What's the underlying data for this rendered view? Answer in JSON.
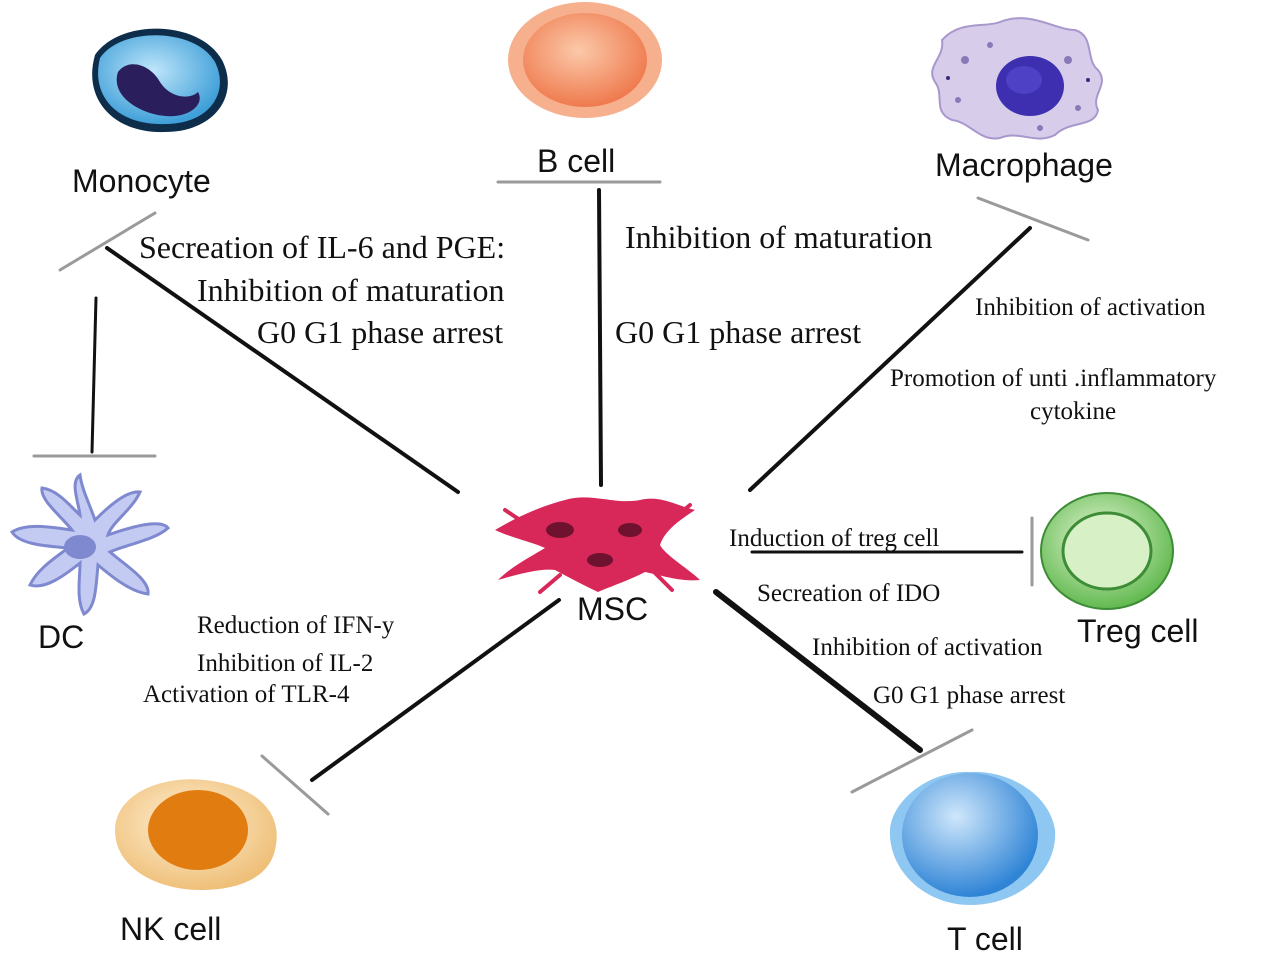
{
  "cells": {
    "monocyte": "Monocyte",
    "b_cell": "B cell",
    "macrophage": "Macrophage",
    "dc": "DC",
    "msc": "MSC",
    "treg_cell": "Treg cell",
    "nk_cell": "NK cell",
    "t_cell": "T cell"
  },
  "effects": {
    "monocyte": [
      "Secreation of IL-6 and PGE:",
      "Inhibition of maturation",
      "G0 G1 phase arrest"
    ],
    "b_cell": [
      "Inhibition of maturation",
      "G0 G1 phase arrest"
    ],
    "macrophage": [
      "Inhibition of activation",
      "Promotion of unti .inflammatory",
      "cytokine"
    ],
    "treg": [
      "Induction of treg cell",
      "Secreation of IDO"
    ],
    "t_cell": [
      "Inhibition of activation",
      "G0 G1 phase arrest"
    ],
    "nk_cell": [
      "Reduction of IFN-y",
      "Inhibition of IL-2",
      "Activation of TLR-4"
    ]
  },
  "colors": {
    "monocyte": "#5cb6e6",
    "b_cell": "#f08a60",
    "macrophage": "#c9b8e3",
    "dc": "#b8c2ef",
    "msc": "#d8285a",
    "treg": "#7ecb6a",
    "nk_cell": "#f3c98a",
    "t_cell": "#4c9ee3",
    "inhibition_bar": "#9a9a9a"
  }
}
